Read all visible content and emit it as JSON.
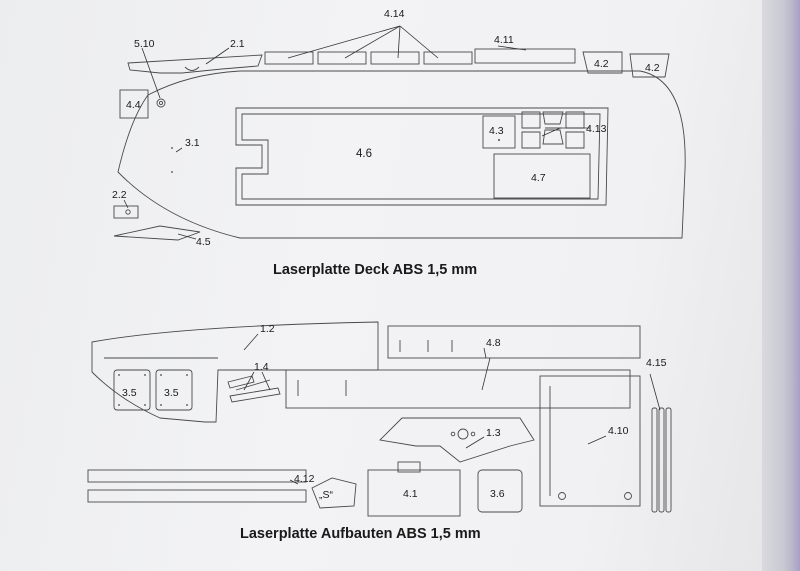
{
  "sheets": [
    {
      "caption": "Laserplatte Deck ABS 1,5 mm",
      "labels": {
        "p4_14": "4.14",
        "p4_11": "4.11",
        "p5_10": "5.10",
        "p2_1": "2.1",
        "p4_2a": "4.2",
        "p4_2b": "4.2",
        "p4_4": "4.4",
        "p3_1": "3.1",
        "p4_6": "4.6",
        "p4_3": "4.3",
        "p4_13": "4.13",
        "p4_7": "4.7",
        "p2_2": "2.2",
        "p4_5": "4.5"
      }
    },
    {
      "caption": "Laserplatte Aufbauten ABS 1,5 mm",
      "labels": {
        "p1_2": "1.2",
        "p4_8": "4.8",
        "p4_15": "4.15",
        "p1_4": "1.4",
        "p3_5a": "3.5",
        "p3_5b": "3.5",
        "p1_3": "1.3",
        "p4_10": "4.10",
        "p4_12": "4.12",
        "pS": "„S“",
        "p4_1": "4.1",
        "p3_6": "3.6"
      }
    }
  ]
}
